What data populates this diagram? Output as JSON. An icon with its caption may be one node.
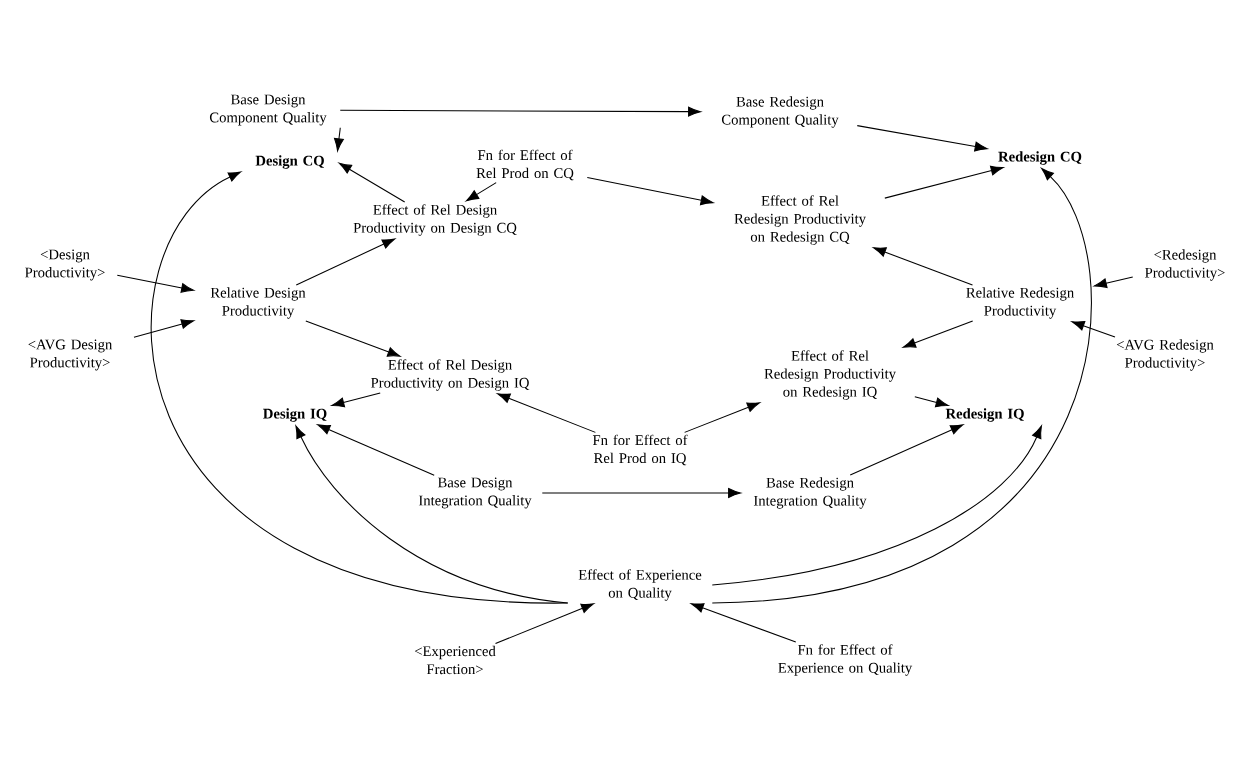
{
  "diagram": {
    "nodes": [
      {
        "text": [
          "Base Design Component Quality"
        ]
      },
      {
        "text": [
          "Base Redesign Component Quality"
        ]
      },
      {
        "text": [
          "Design CQ"
        ]
      },
      {
        "text": [
          "Fn for Effect of Rel Prod on CQ"
        ]
      },
      {
        "text": [
          "Redesign CQ"
        ]
      },
      {
        "text": [
          "Effect of Rel Design Productivity on Design CQ"
        ]
      },
      {
        "text": [
          "Effect of Rel Redesign Productivity on Redesign CQ"
        ]
      },
      {
        "text": [
          "<Design Productivity>"
        ]
      },
      {
        "text": [
          "<Redesign Productivity>"
        ]
      },
      {
        "text": [
          "Relative Design Productivity"
        ]
      },
      {
        "text": [
          "Relative Redesign Productivity"
        ]
      },
      {
        "text": [
          "<AVG Design Productivity>"
        ]
      },
      {
        "text": [
          "<AVG Redesign Productivity>"
        ]
      },
      {
        "text": [
          "Effect of Rel Design Productivity on Design IQ"
        ]
      },
      {
        "text": [
          "Effect of Rel Redesign Productivity on Redesign IQ"
        ]
      },
      {
        "text": [
          "Design IQ"
        ]
      },
      {
        "text": [
          "Fn for Effect of Rel Prod on IQ"
        ]
      },
      {
        "text": [
          "Redesign IQ"
        ]
      },
      {
        "text": [
          "Base Design Integration Quality"
        ]
      },
      {
        "text": [
          "Base Redesign Integration Quality"
        ]
      },
      {
        "text": [
          "Effect of Experience on Quality"
        ]
      },
      {
        "text": [
          "<Experienced Fraction>"
        ]
      },
      {
        "text": [
          "Fn for Effect of Experience on Quality"
        ]
      }
    ],
    "edges": [
      {
        "from": 0,
        "to": 1,
        "arrow": "to"
      },
      {
        "from": 0,
        "to": 2,
        "arrow": "to"
      },
      {
        "from": 1,
        "to": 4,
        "arrow": "to"
      },
      {
        "from": 3,
        "to": 5,
        "arrow": "to"
      },
      {
        "from": 3,
        "to": 6,
        "arrow": "to"
      },
      {
        "from": 5,
        "to": 2,
        "arrow": "to"
      },
      {
        "from": 6,
        "to": 4,
        "arrow": "to"
      },
      {
        "from": 7,
        "to": 9,
        "arrow": "to"
      },
      {
        "from": 8,
        "to": 10,
        "arrow": "to"
      },
      {
        "from": 11,
        "to": 9,
        "arrow": "to"
      },
      {
        "from": 12,
        "to": 10,
        "arrow": "to"
      },
      {
        "from": 9,
        "to": 5,
        "arrow": "to"
      },
      {
        "from": 9,
        "to": 13,
        "arrow": "to"
      },
      {
        "from": 10,
        "to": 6,
        "arrow": "to"
      },
      {
        "from": 10,
        "to": 14,
        "arrow": "to"
      },
      {
        "from": 13,
        "to": 15,
        "arrow": "to"
      },
      {
        "from": 14,
        "to": 17,
        "arrow": "to"
      },
      {
        "from": 16,
        "to": 13,
        "arrow": "to"
      },
      {
        "from": 16,
        "to": 14,
        "arrow": "to"
      },
      {
        "from": 18,
        "to": 15,
        "arrow": "to"
      },
      {
        "from": 18,
        "to": 19,
        "arrow": "to"
      },
      {
        "from": 19,
        "to": 17,
        "arrow": "to"
      },
      {
        "from": 20,
        "to": 2,
        "arrow": "to"
      },
      {
        "from": 20,
        "to": 15,
        "arrow": "to"
      },
      {
        "from": 20,
        "to": 4,
        "arrow": "to"
      },
      {
        "from": 20,
        "to": 17,
        "arrow": "to"
      },
      {
        "from": 21,
        "to": 20,
        "arrow": "to"
      },
      {
        "from": 22,
        "to": 20,
        "arrow": "to"
      }
    ]
  }
}
